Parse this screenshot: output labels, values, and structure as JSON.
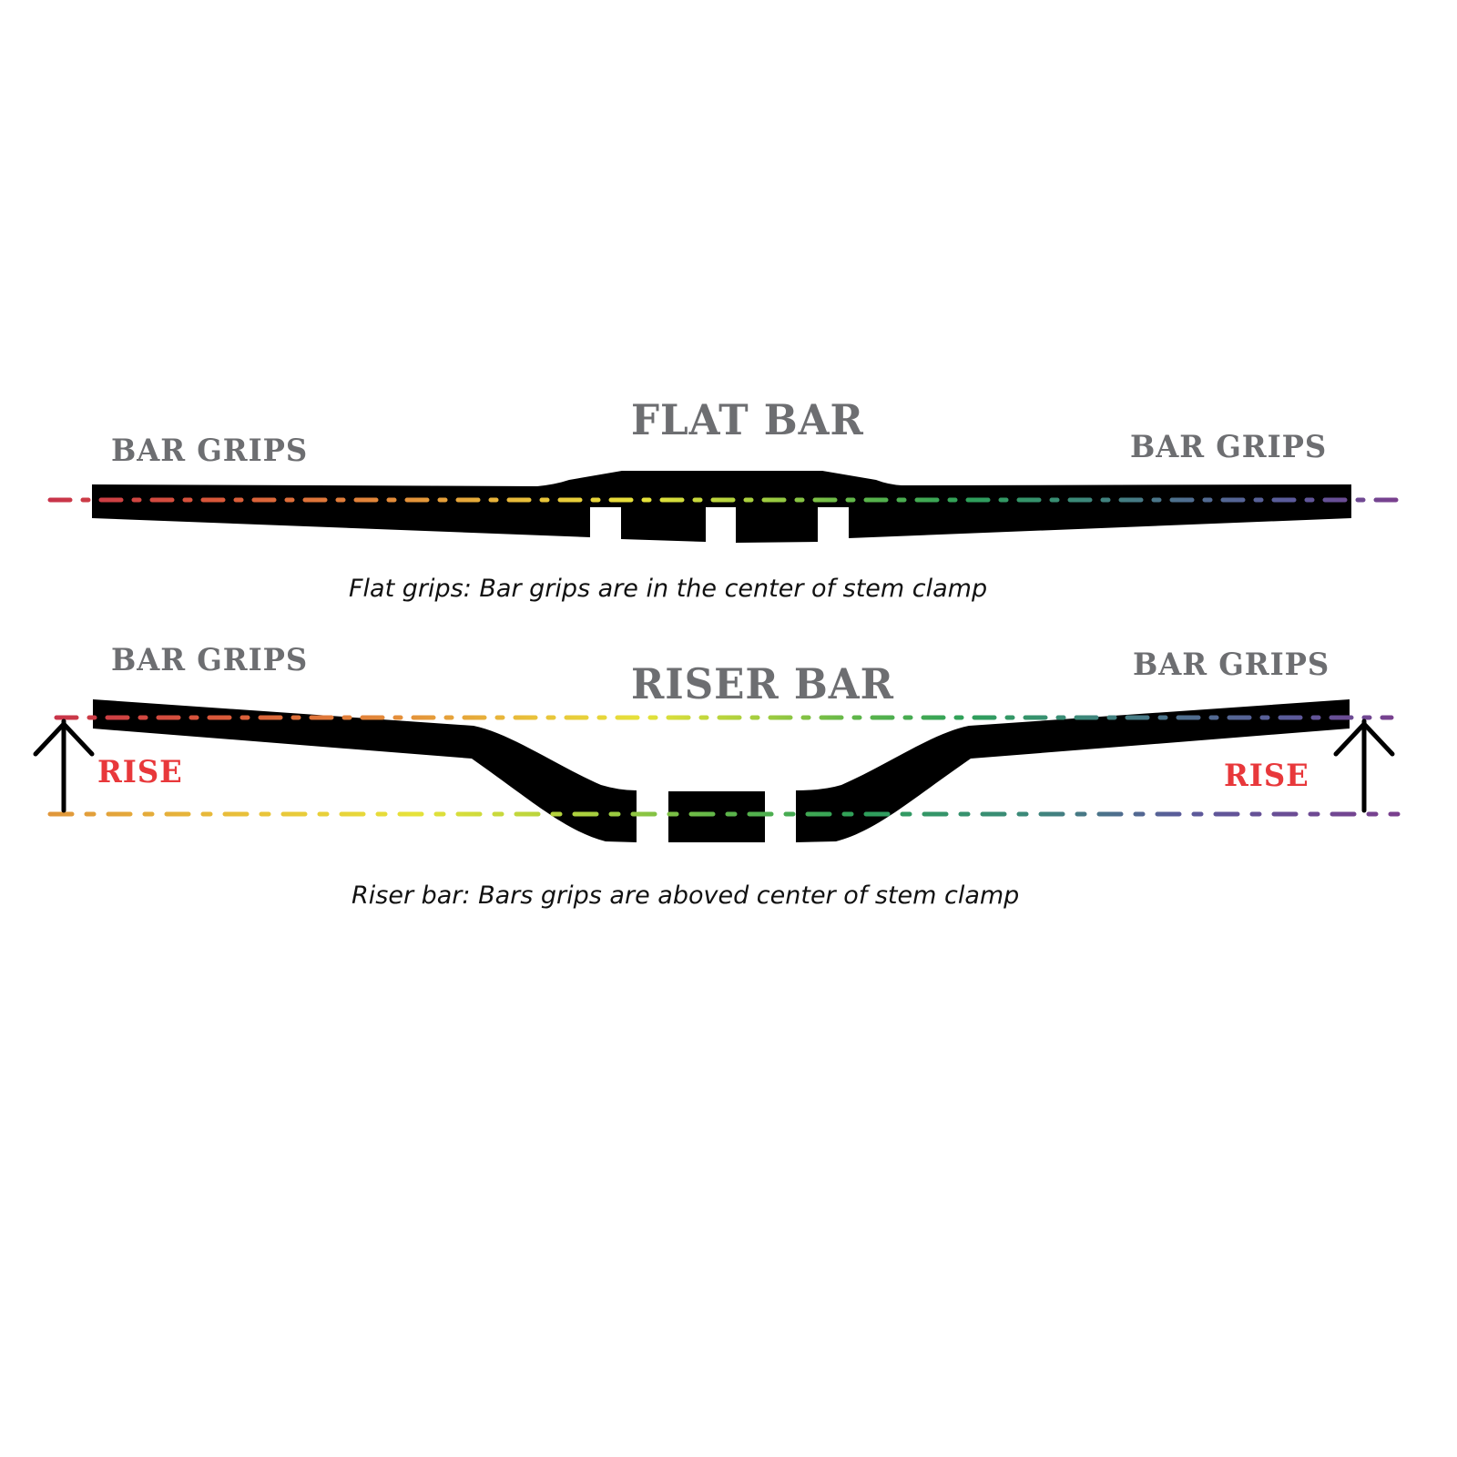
{
  "flat_bar": {
    "title": "FLAT BAR",
    "left_grips_label": "BAR GRIPS",
    "right_grips_label": "BAR GRIPS",
    "caption": "Flat grips: Bar grips are in the center of stem clamp"
  },
  "riser_bar": {
    "title": "RISER BAR",
    "left_grips_label": "BAR GRIPS",
    "right_grips_label": "BAR GRIPS",
    "left_rise_label": "RISE",
    "right_rise_label": "RISE",
    "caption": "Riser bar: Bars grips are aboved center of stem clamp"
  },
  "colors": {
    "label_gray": "#6d6e71",
    "rise_red": "#e8383b",
    "bar_black": "#000000",
    "dash_gradient": [
      "#c8334a",
      "#d9573a",
      "#e38a3a",
      "#e9c23a",
      "#e6e23a",
      "#a9cf3e",
      "#5db54a",
      "#2ea05a",
      "#3b8a78",
      "#4f6f8f",
      "#5b5b9b",
      "#6b4a94",
      "#7a3f8e"
    ]
  }
}
